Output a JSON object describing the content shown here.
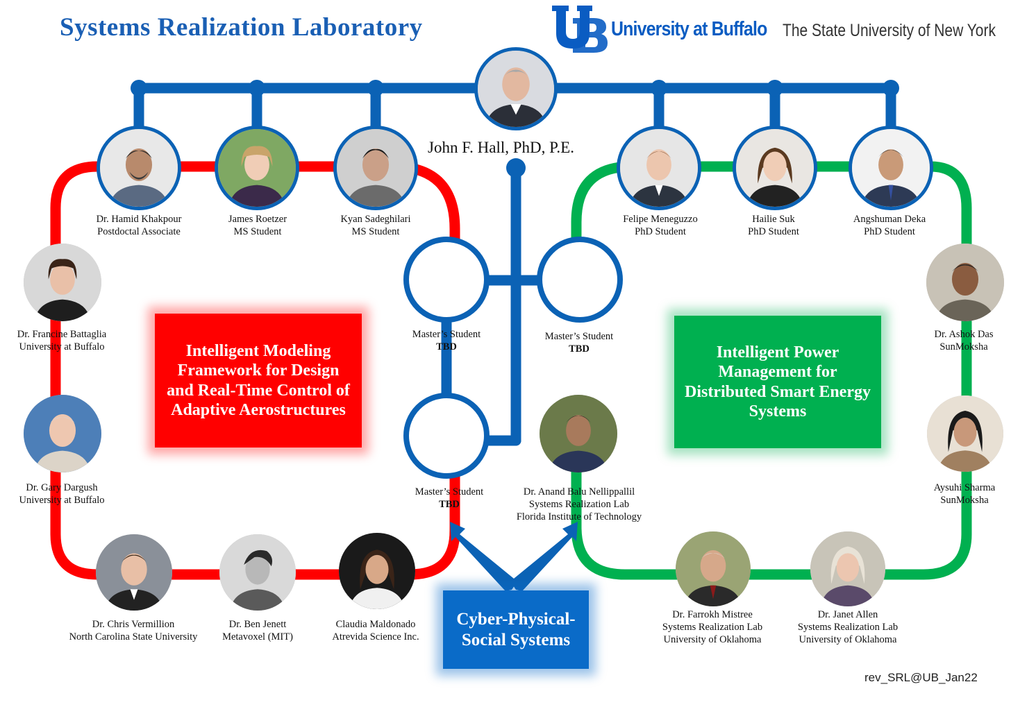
{
  "header": {
    "title": "Systems Realization Laboratory",
    "university": "University at Buffalo",
    "university_sub": "The State University of New York"
  },
  "colors": {
    "blue": "#0b62b5",
    "red": "#ff0000",
    "green": "#00b050"
  },
  "director": {
    "name": "John F. Hall, PhD, P.E."
  },
  "research_areas": {
    "red": "Intelligent Modeling Framework for Design and Real-Time Control of Adaptive Aerostructures",
    "green": "Intelligent Power Management for Distributed Smart Energy Systems",
    "blue": "Cyber-Physical-Social Systems"
  },
  "people": [
    {
      "name": "Dr. Hamid Khakpour",
      "role": "Postdoctal Associate"
    },
    {
      "name": "James Roetzer",
      "role": "MS Student"
    },
    {
      "name": "Kyan Sadeghilari",
      "role": "MS Student"
    },
    {
      "name": "Felipe Meneguzzo",
      "role": "PhD Student"
    },
    {
      "name": "Hailie Suk",
      "role": "PhD Student"
    },
    {
      "name": "Angshuman Deka",
      "role": "PhD Student"
    },
    {
      "name": "Dr. Francine Battaglia",
      "role": "University at Buffalo"
    },
    {
      "name": "Dr. Gary Dargush",
      "role": "University at Buffalo"
    },
    {
      "name": "Dr. Chris Vermillion",
      "role": "North Carolina State University"
    },
    {
      "name": "Dr. Ben Jenett",
      "role": "Metavoxel (MIT)"
    },
    {
      "name": "Claudia Maldonado",
      "role": "Atrevida Science Inc."
    },
    {
      "name": "Dr. Ashok Das",
      "role": "SunMoksha"
    },
    {
      "name": "Aysuhi Sharma",
      "role": "SunMoksha"
    },
    {
      "name": "Dr. Farrokh Mistree",
      "role": "Systems Realization Lab",
      "role2": "University of Oklahoma"
    },
    {
      "name": "Dr. Janet Allen",
      "role": "Systems Realization Lab",
      "role2": "University of Oklahoma"
    },
    {
      "name": "Dr. Anand Balu Nellippallil",
      "role": "Systems Realization Lab",
      "role2": "Florida Institute of Technology"
    }
  ],
  "open_positions": [
    {
      "name": "Master’s Student",
      "status": "TBD"
    },
    {
      "name": "Master’s Student",
      "status": "TBD"
    },
    {
      "name": "Master’s Student",
      "status": "TBD"
    }
  ],
  "revision": "rev_SRL@UB_Jan22"
}
